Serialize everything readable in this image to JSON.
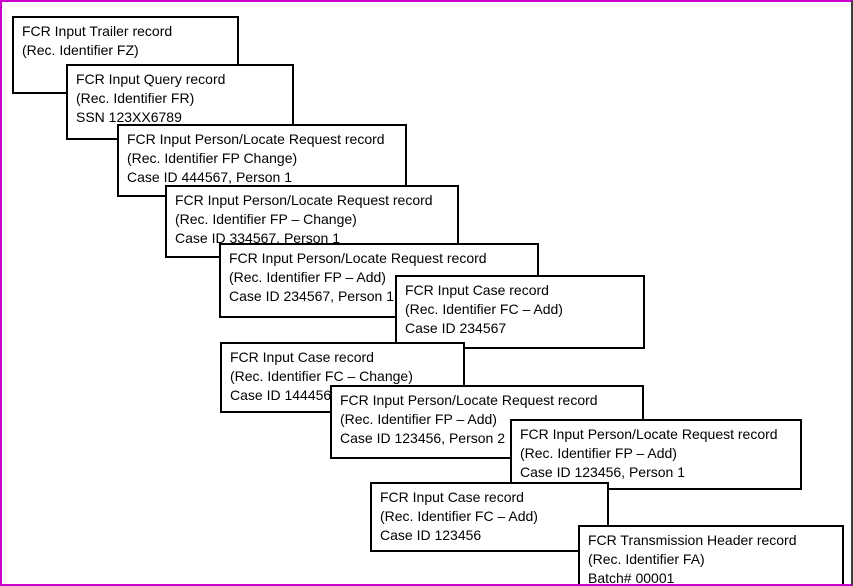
{
  "frame": {
    "border_color": "#cc00cc",
    "right_edge_color": "#3c3c3c",
    "background": "#ffffff",
    "box_border_color": "#000000",
    "text_color": "#000000"
  },
  "diagram": {
    "boxes": [
      {
        "name": "input-trailer-record",
        "lines": [
          "FCR Input Trailer record",
          "(Rec. Identifier FZ)"
        ]
      },
      {
        "name": "input-query-record",
        "lines": [
          "FCR Input Query record",
          "(Rec. Identifier FR)",
          "SSN 123XX6789"
        ]
      },
      {
        "name": "input-person-locate-request-record-444567",
        "lines": [
          "FCR Input Person/Locate Request record",
          "(Rec. Identifier FP Change)",
          "Case ID 444567, Person 1"
        ]
      },
      {
        "name": "input-person-locate-request-record-334567",
        "lines": [
          "FCR Input Person/Locate Request record",
          "(Rec. Identifier FP – Change)",
          "Case ID 334567, Person 1"
        ]
      },
      {
        "name": "input-person-locate-request-record-234567",
        "lines": [
          "FCR Input Person/Locate Request record",
          "(Rec. Identifier FP – Add)",
          "Case ID 234567, Person 1"
        ]
      },
      {
        "name": "input-case-record-234567",
        "lines": [
          "FCR Input Case record",
          "(Rec. Identifier FC – Add)",
          "Case ID 234567"
        ]
      },
      {
        "name": "input-case-record-144456",
        "lines": [
          "FCR Input Case record",
          "(Rec. Identifier FC – Change)",
          "Case ID 144456"
        ]
      },
      {
        "name": "input-person-locate-request-record-123456-person2",
        "lines": [
          "FCR Input Person/Locate Request record",
          "(Rec. Identifier FP – Add)",
          "Case ID 123456, Person 2"
        ]
      },
      {
        "name": "input-person-locate-request-record-123456-person1",
        "lines": [
          "FCR Input Person/Locate Request record",
          "(Rec. Identifier FP – Add)",
          "Case ID 123456, Person 1"
        ]
      },
      {
        "name": "input-case-record-123456",
        "lines": [
          "FCR Input Case record",
          "(Rec. Identifier FC – Add)",
          "Case ID 123456"
        ]
      },
      {
        "name": "transmission-header-record",
        "lines": [
          "FCR Transmission Header record",
          "(Rec. Identifier FA)",
          "Batch# 00001"
        ]
      }
    ]
  }
}
